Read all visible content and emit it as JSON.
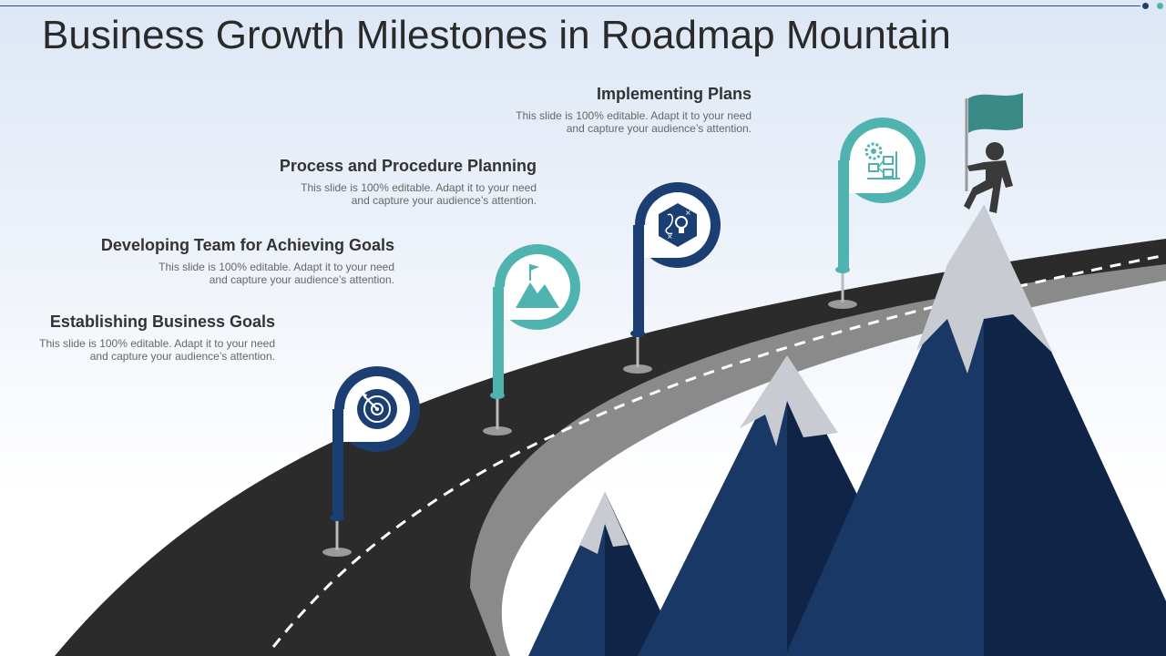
{
  "title": "Business Growth Milestones in Roadmap Mountain",
  "milestones": [
    {
      "heading": "Establishing Business Goals",
      "desc_line1": "This slide is 100% editable. Adapt it to your need",
      "desc_line2": "and capture your audience’s attention.",
      "icon": "target-icon"
    },
    {
      "heading": "Developing Team for Achieving Goals",
      "desc_line1": "This slide is 100% editable. Adapt it to your need",
      "desc_line2": "and capture your audience’s attention.",
      "icon": "mountain-flag-icon"
    },
    {
      "heading": "Process and Procedure Planning",
      "desc_line1": "This slide is 100% editable. Adapt it to your need",
      "desc_line2": "and capture your audience’s attention.",
      "icon": "idea-bulb-icon"
    },
    {
      "heading": "Implementing Plans",
      "desc_line1": "This slide is 100% editable. Adapt it to your need",
      "desc_line2": "and capture your audience’s attention.",
      "icon": "gear-flowchart-icon"
    }
  ],
  "colors": {
    "navy": "#1b3f73",
    "teal": "#4fb3b0",
    "road": "#2b2b2b",
    "mountain_dark": "#0f2447",
    "mountain_mid": "#1a3866",
    "snow": "#c8ccd2",
    "flag": "#3a8a87"
  }
}
